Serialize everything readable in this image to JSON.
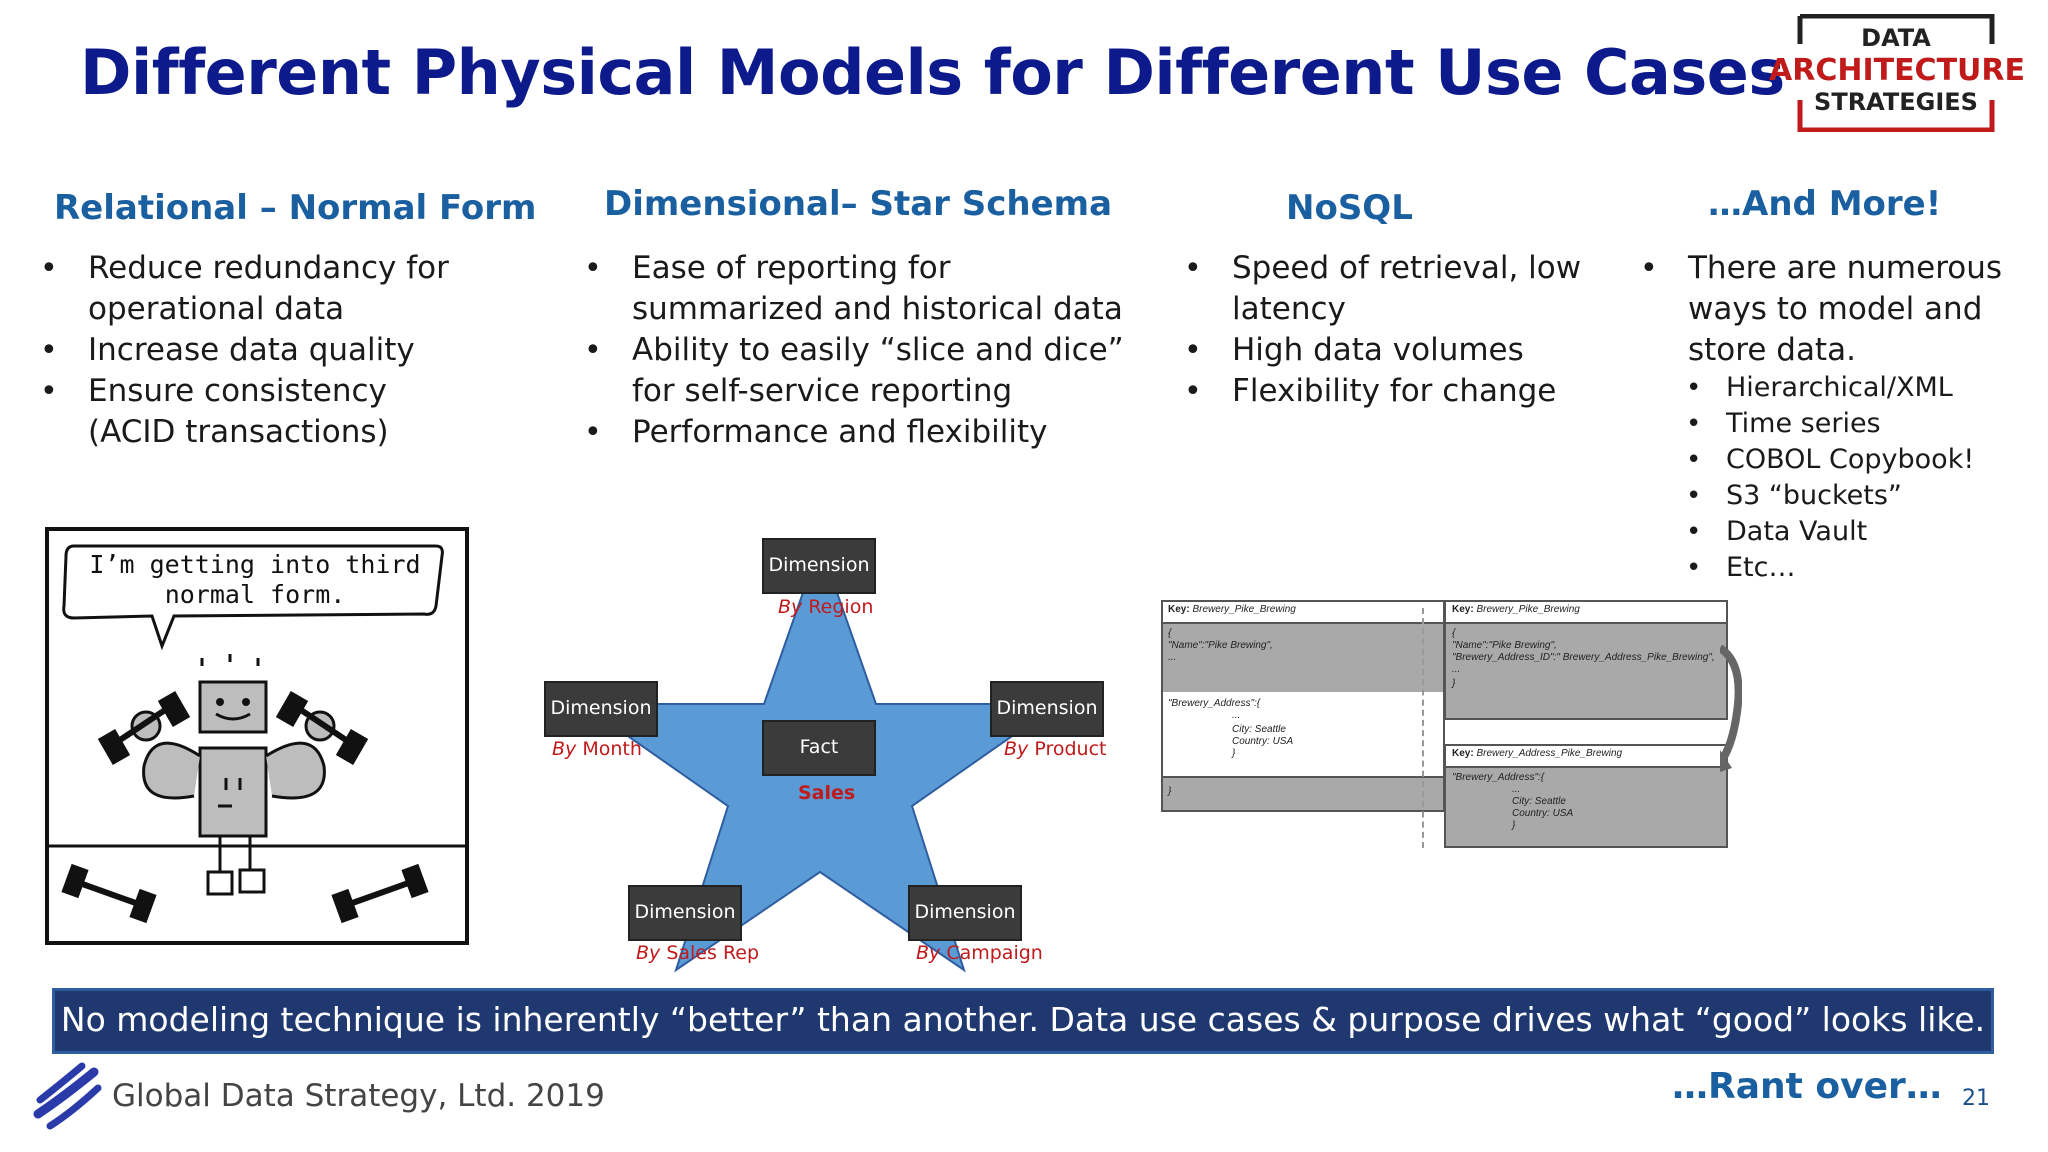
{
  "slide": {
    "title": "Different Physical Models for Different Use Cases",
    "page_number": "21"
  },
  "logo": {
    "line1": "DATA",
    "line2": "ARCHITECTURE",
    "line3": "STRATEGIES"
  },
  "columns": [
    {
      "heading": "Relational – Normal Form",
      "bullets": [
        "Reduce redundancy for operational data",
        "Increase data quality",
        "Ensure consistency (ACID transactions)"
      ]
    },
    {
      "heading": "Dimensional– Star Schema",
      "bullets": [
        "Ease of reporting for summarized and historical data",
        "Ability to easily “slice and dice” for self-service reporting",
        "Performance and flexibility"
      ]
    },
    {
      "heading": "NoSQL",
      "bullets": [
        "Speed of retrieval, low latency",
        "High data volumes",
        "Flexibility for change"
      ]
    },
    {
      "heading": "…And More!",
      "bullets": [
        "There are numerous ways to model and store data."
      ],
      "sub_bullets": [
        "Hierarchical/XML",
        "Time series",
        "COBOL Copybook!",
        "S3 “buckets”",
        "Data Vault",
        "Etc…"
      ]
    }
  ],
  "comic": {
    "speech": "I’m getting into third normal form."
  },
  "star": {
    "fact_label": "Fact",
    "fact_sub": "Sales",
    "dimensions": [
      {
        "label": "Dimension",
        "by": "By",
        "what": "Region"
      },
      {
        "label": "Dimension",
        "by": "By",
        "what": "Month"
      },
      {
        "label": "Dimension",
        "by": "By",
        "what": "Product"
      },
      {
        "label": "Dimension",
        "by": "By",
        "what": "Sales Rep"
      },
      {
        "label": "Dimension",
        "by": "By",
        "what": "Campaign"
      }
    ]
  },
  "nosql": {
    "left_key_label": "Key:",
    "left_key": "Brewery_Pike_Brewing",
    "left_line1": "{",
    "left_line2": "\"Name\":\"Pike Brewing\",",
    "left_line3": "...",
    "left_line4": "\"Brewery_Address\":{",
    "left_line5": "...",
    "left_line6": "City: Seattle",
    "left_line7": "Country: USA",
    "left_line8": "}",
    "left_line9": "}",
    "right_key_label": "Key:",
    "right_key": "Brewery_Pike_Brewing",
    "right_line1": "{",
    "right_line2": "\"Name\":\"Pike Brewing\",",
    "right_line3": "\"Brewery_Address_ID\":\" Brewery_Address_Pike_Brewing\",",
    "right_line4": "...",
    "right_line5": "}",
    "addr_key_label": "Key:",
    "addr_key": "Brewery_Address_Pike_Brewing",
    "addr_line1": "\"Brewery_Address\":{",
    "addr_line2": "...",
    "addr_line3": "City: Seattle",
    "addr_line4": "Country: USA",
    "addr_line5": "}"
  },
  "banner": "No modeling technique is inherently “better” than another.  Data use cases & purpose drives what “good” looks like.",
  "footer": {
    "company": "Global Data Strategy, Ltd. 2019",
    "rant": "…Rant over…"
  },
  "colors": {
    "title": "#0d1a8c",
    "heading": "#1a5fa0",
    "banner_bg": "#1f3970",
    "star_fill": "#5b9bd5",
    "by_text": "#c01a1a"
  }
}
